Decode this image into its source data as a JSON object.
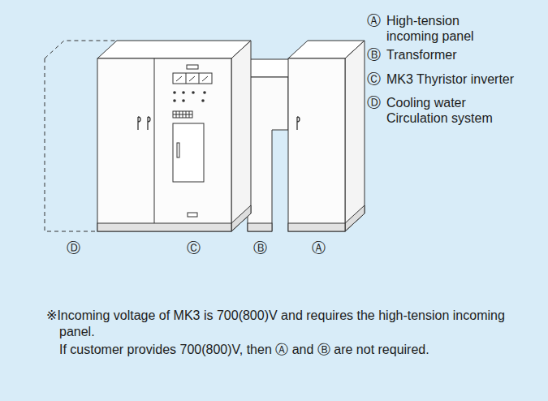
{
  "diagram": {
    "labels": [
      "Ⓐ",
      "High-tension incoming panel",
      "Ⓑ",
      "Transformer",
      "Ⓒ",
      "MK3 Thyristor inverter",
      "Ⓓ",
      "Cooling water Circulation system",
      "Ⓓ",
      "Ⓒ",
      "Ⓑ",
      "Ⓐ",
      "※Incoming voltage of MK3 is 700(800)V and requires the high-tension incoming panel.",
      "If customer provides 700(800)V, then Ⓐ and Ⓑ are not required."
    ]
  }
}
